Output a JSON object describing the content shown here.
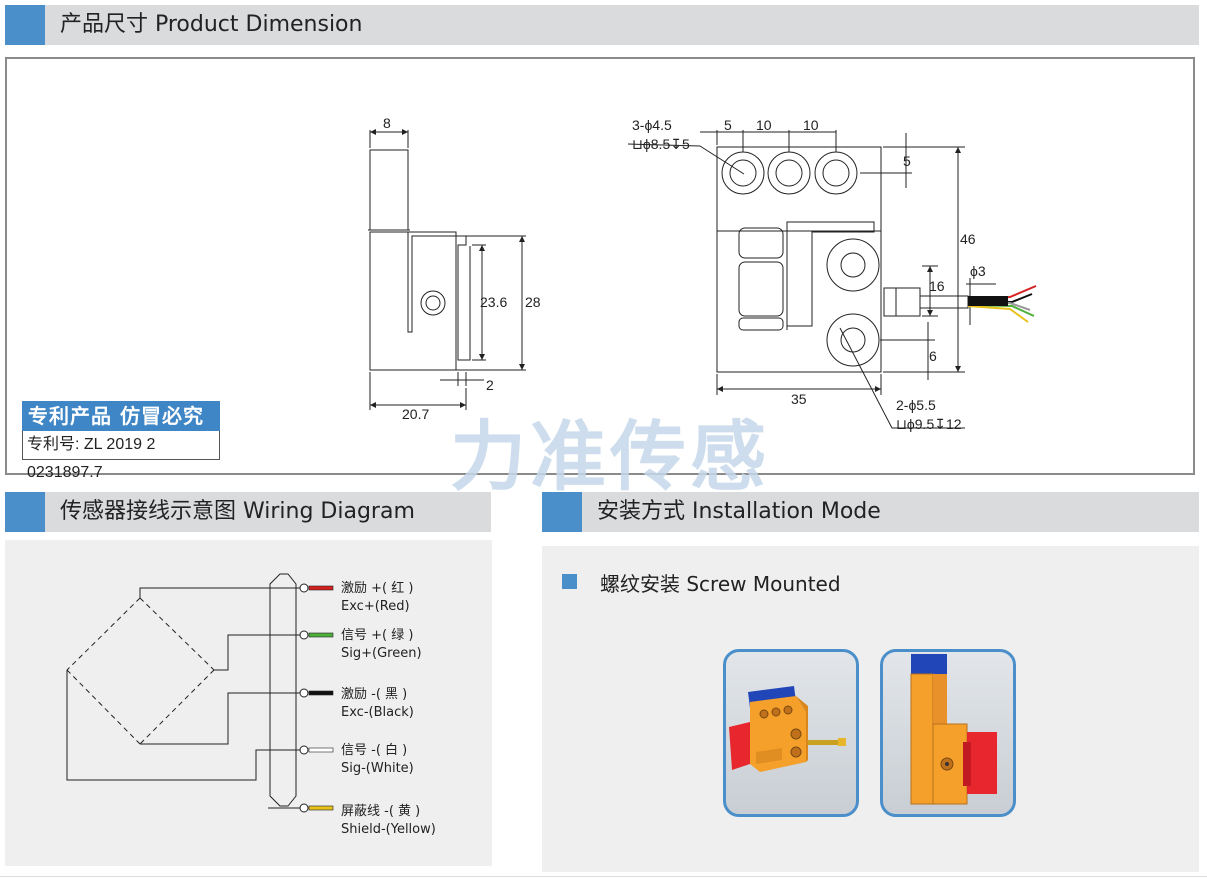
{
  "sections": {
    "dimension": "产品尺寸 Product Dimension",
    "wiring": "传感器接线示意图  Wiring Diagram",
    "install": "安装方式 Installation Mode"
  },
  "patent": {
    "title": "专利产品 仿冒必究",
    "number": "专利号: ZL 2019 2 0231897.7"
  },
  "watermark": "力准传感",
  "dimensions": {
    "side": {
      "top": "8",
      "h1": "23.6",
      "h2": "28",
      "gap": "2",
      "width": "20.7"
    },
    "front": {
      "holes_top": "3-ϕ4.5",
      "holes_top_cb": "⊔ϕ8.5↧5",
      "d5": "5",
      "d10a": "10",
      "d10b": "10",
      "v5": "5",
      "v46": "46",
      "cable": "ϕ3",
      "v16": "16",
      "v6": "6",
      "width": "35",
      "holes_bottom": "2-ϕ5.5",
      "holes_bottom_cb": "⊔ϕ9.5↧12"
    }
  },
  "wiring": [
    {
      "cn": "激励 +( 红 )",
      "en": "Exc+(Red)",
      "color": "#d62020"
    },
    {
      "cn": "信号 +( 绿 )",
      "en": "Sig+(Green)",
      "color": "#4caf3a"
    },
    {
      "cn": "激励 -( 黑 )",
      "en": "Exc-(Black)",
      "color": "#111111"
    },
    {
      "cn": "信号 -( 白 )",
      "en": "Sig-(White)",
      "color": "#ffffff"
    },
    {
      "cn": "屏蔽线 -( 黄 )",
      "en": "Shield-(Yellow)",
      "color": "#e8c21a"
    }
  ],
  "install": {
    "method": "螺纹安装 Screw Mounted"
  },
  "colors": {
    "accent": "#4a8fc9",
    "header_bg": "#d9dbdd",
    "part_orange": "#f5a02a",
    "part_blue": "#2046b8",
    "part_red": "#e8262e"
  }
}
